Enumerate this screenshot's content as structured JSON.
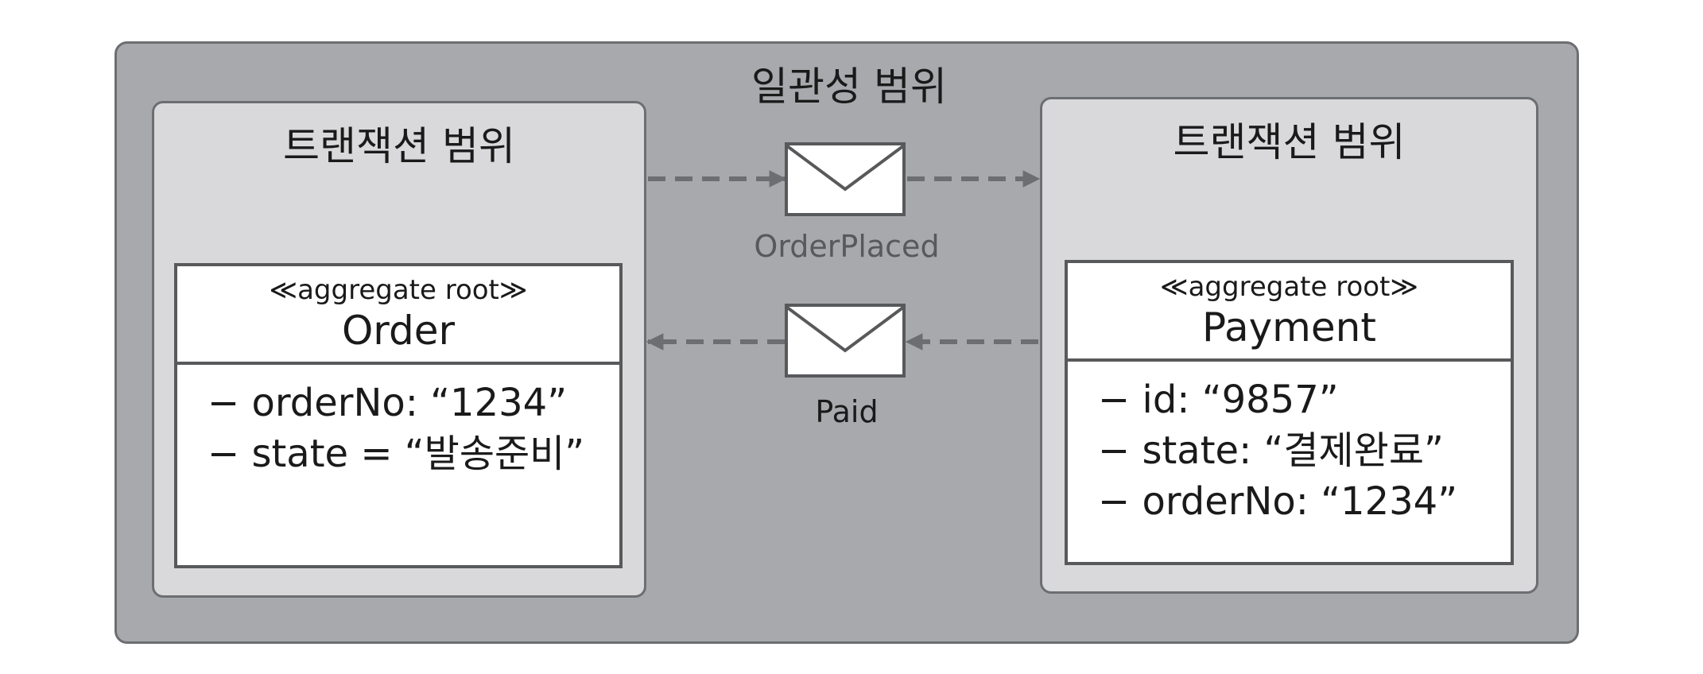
{
  "consistency_scope": {
    "title": "일관성 범위"
  },
  "left_transaction": {
    "title": "트랜잭션 범위",
    "aggregate": {
      "stereotype": "≪aggregate root≫",
      "name": "Order",
      "attributes": [
        "− orderNo: “1234”",
        "− state = “발송준비”"
      ]
    }
  },
  "right_transaction": {
    "title": "트랜잭션 범위",
    "aggregate": {
      "stereotype": "≪aggregate root≫",
      "name": "Payment",
      "attributes": [
        "− id: “9857”",
        "− state: “결제완료”",
        "− orderNo: “1234”"
      ]
    }
  },
  "messages": [
    {
      "label": "OrderPlaced",
      "direction": "left-to-right",
      "icon": "envelope-icon",
      "style": "dashed",
      "color": "#6d6e71"
    },
    {
      "label": "Paid",
      "direction": "right-to-left",
      "icon": "envelope-icon",
      "style": "dashed",
      "color": "#6d6e71"
    }
  ],
  "colors": {
    "outer_fill": "#a7a9ac",
    "transaction_fill": "#d9d9db",
    "aggregate_fill": "#ffffff",
    "border": "#58595b"
  }
}
